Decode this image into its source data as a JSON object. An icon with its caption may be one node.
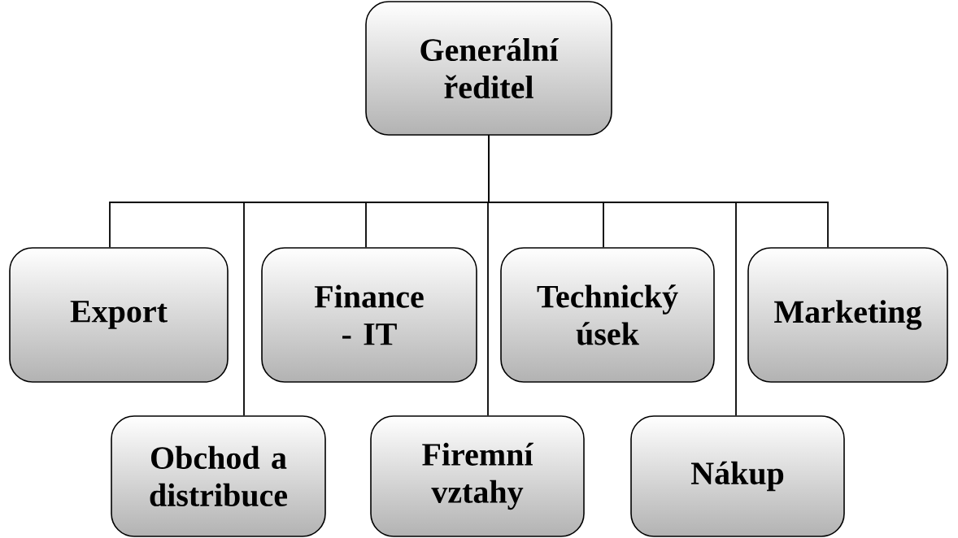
{
  "diagram": {
    "nodes": [
      {
        "text": [
          "Generální ředitel"
        ]
      },
      {
        "text": [
          "Export"
        ]
      },
      {
        "text": [
          "Finance - IT"
        ]
      },
      {
        "text": [
          "Technický úsek"
        ]
      },
      {
        "text": [
          "Marketing"
        ]
      },
      {
        "text": [
          "Obchod a distribuce"
        ]
      },
      {
        "text": [
          "Firemní vztahy"
        ]
      },
      {
        "text": [
          "Nákup"
        ]
      }
    ],
    "edges": [
      {
        "from": 0,
        "to": 1,
        "arrow": "none"
      },
      {
        "from": 0,
        "to": 5,
        "arrow": "none"
      },
      {
        "from": 0,
        "to": 2,
        "arrow": "none"
      },
      {
        "from": 0,
        "to": 6,
        "arrow": "none"
      },
      {
        "from": 0,
        "to": 3,
        "arrow": "none"
      },
      {
        "from": 0,
        "to": 7,
        "arrow": "none"
      },
      {
        "from": 0,
        "to": 4,
        "arrow": "none"
      }
    ]
  }
}
